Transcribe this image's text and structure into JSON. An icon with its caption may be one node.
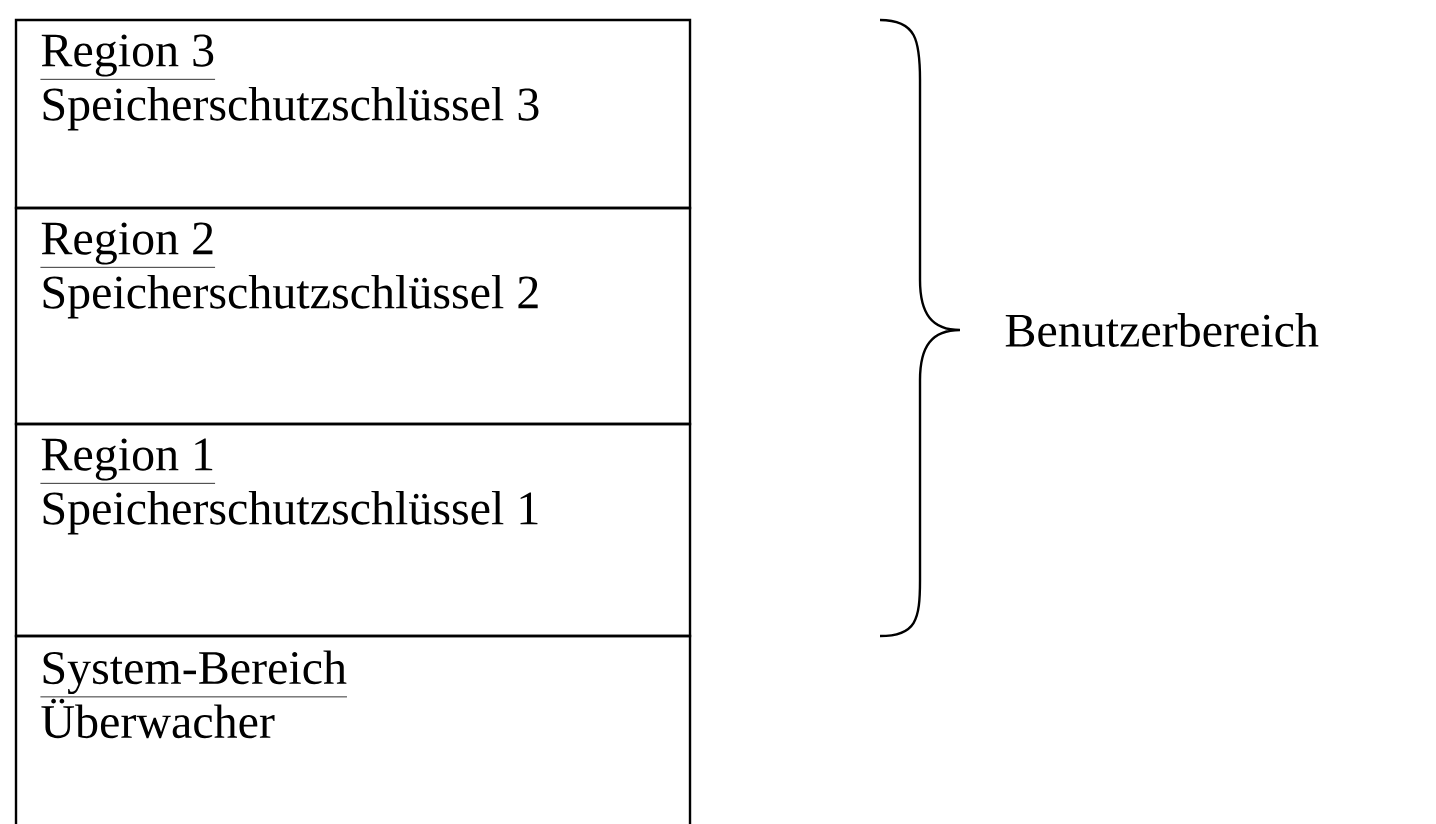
{
  "diagram": {
    "nodes": [
      {
        "text": [
          "Region 3",
          "Speicherschutzschlüssel 3"
        ]
      },
      {
        "text": [
          "Region 2",
          "Speicherschutzschlüssel 2"
        ]
      },
      {
        "text": [
          "Region 1",
          "Speicherschutzschlüssel 1"
        ]
      },
      {
        "text": [
          "System-Bereich",
          "Überwacher"
        ]
      }
    ],
    "edges": [],
    "labels": [
      "Benutzerbereich"
    ]
  }
}
